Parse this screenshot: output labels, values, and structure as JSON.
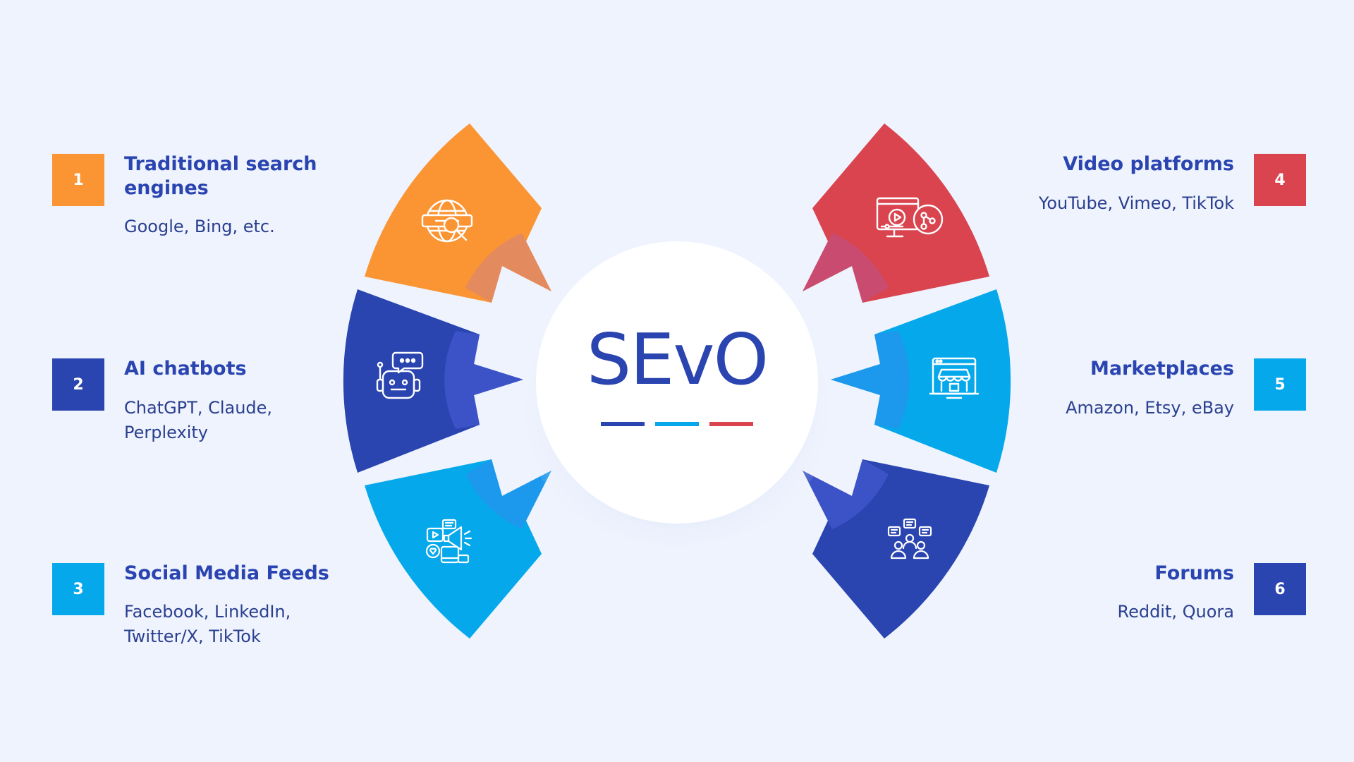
{
  "hub": {
    "title": "SEvO",
    "dash_colors": [
      "#2a44b0",
      "#08a6ea",
      "#d9444f"
    ]
  },
  "items": [
    {
      "number": "1",
      "title": "Traditional search engines",
      "description": "Google, Bing, etc.",
      "color": "#fb9433",
      "icon": "globe-search-icon"
    },
    {
      "number": "2",
      "title": "AI chatbots",
      "description": "ChatGPT, Claude, Perplexity",
      "color": "#2a44b0",
      "icon": "robot-chat-icon"
    },
    {
      "number": "3",
      "title": "Social Media Feeds",
      "description": "Facebook, LinkedIn, Twitter/X, TikTok",
      "color": "#05a8eb",
      "icon": "social-media-megaphone-icon"
    },
    {
      "number": "4",
      "title": "Video platforms",
      "description": "YouTube, Vimeo, TikTok",
      "color": "#d9444f",
      "icon": "video-screen-share-icon"
    },
    {
      "number": "5",
      "title": "Marketplaces",
      "description": "Amazon, Etsy, eBay",
      "color": "#05a8eb",
      "icon": "online-store-icon"
    },
    {
      "number": "6",
      "title": "Forums",
      "description": "Reddit, Quora",
      "color": "#2a44b0",
      "icon": "community-discussion-icon"
    }
  ]
}
